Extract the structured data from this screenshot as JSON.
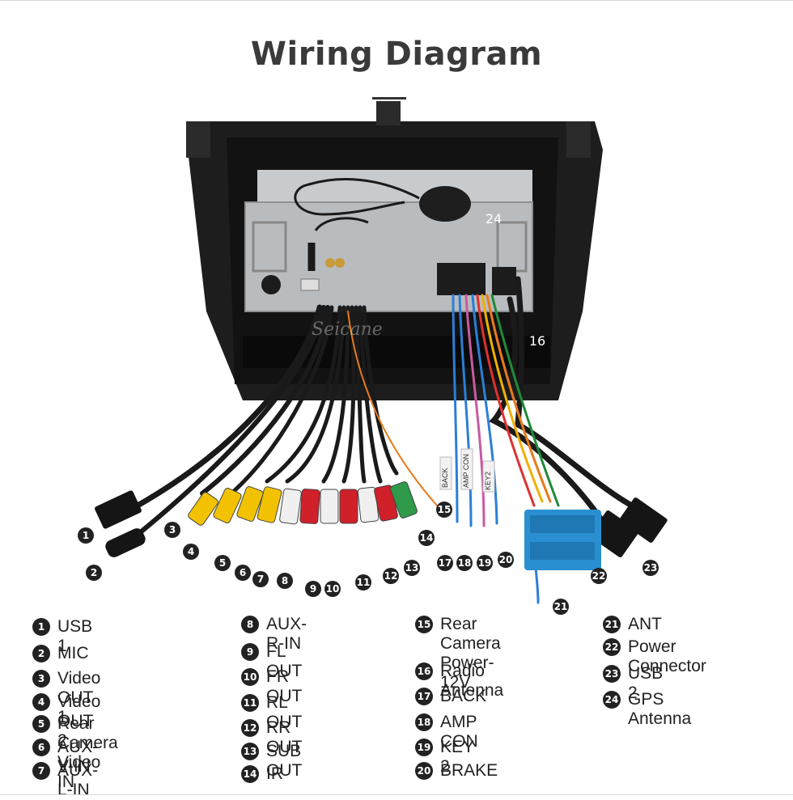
{
  "title": "Wiring Diagram",
  "watermark": "Seicane",
  "diagram_labels": {
    "back": "BACK",
    "amp_con": "AMP CON",
    "key2": "KEY2"
  },
  "legend": [
    {
      "num": "1",
      "label": "USB 1"
    },
    {
      "num": "2",
      "label": "MIC"
    },
    {
      "num": "3",
      "label": "Video OUT 1"
    },
    {
      "num": "4",
      "label": "Video OUT 2"
    },
    {
      "num": "5",
      "label": "Rear Camera Video IN"
    },
    {
      "num": "6",
      "label": "AUX-V-IN"
    },
    {
      "num": "7",
      "label": "AUX-L-IN"
    },
    {
      "num": "8",
      "label": "AUX-R-IN"
    },
    {
      "num": "9",
      "label": "FL OUT"
    },
    {
      "num": "10",
      "label": "FR OUT"
    },
    {
      "num": "11",
      "label": "RL OUT"
    },
    {
      "num": "12",
      "label": "RR OUT"
    },
    {
      "num": "13",
      "label": "SUB OUT"
    },
    {
      "num": "14",
      "label": "IR"
    },
    {
      "num": "15",
      "label": "Rear Camera\nPower-12V"
    },
    {
      "num": "16",
      "label": "Radio Antenna"
    },
    {
      "num": "17",
      "label": "BACK"
    },
    {
      "num": "18",
      "label": "AMP CON"
    },
    {
      "num": "19",
      "label": "KEY 2"
    },
    {
      "num": "20",
      "label": "BRAKE"
    },
    {
      "num": "21",
      "label": "ANT"
    },
    {
      "num": "22",
      "label": "Power Connector"
    },
    {
      "num": "23",
      "label": "USB 2"
    },
    {
      "num": "24",
      "label": "GPS Antenna"
    }
  ],
  "colors": {
    "cable": "#1a1a1a",
    "rca_yellow": "#f2c200",
    "rca_white": "#f0f0f0",
    "rca_red": "#d0202a",
    "rca_green": "#2e9a4a",
    "connector_blue": "#2a8fd0",
    "frame": "#1b1b1b",
    "chassis": "#b9bcbf"
  }
}
